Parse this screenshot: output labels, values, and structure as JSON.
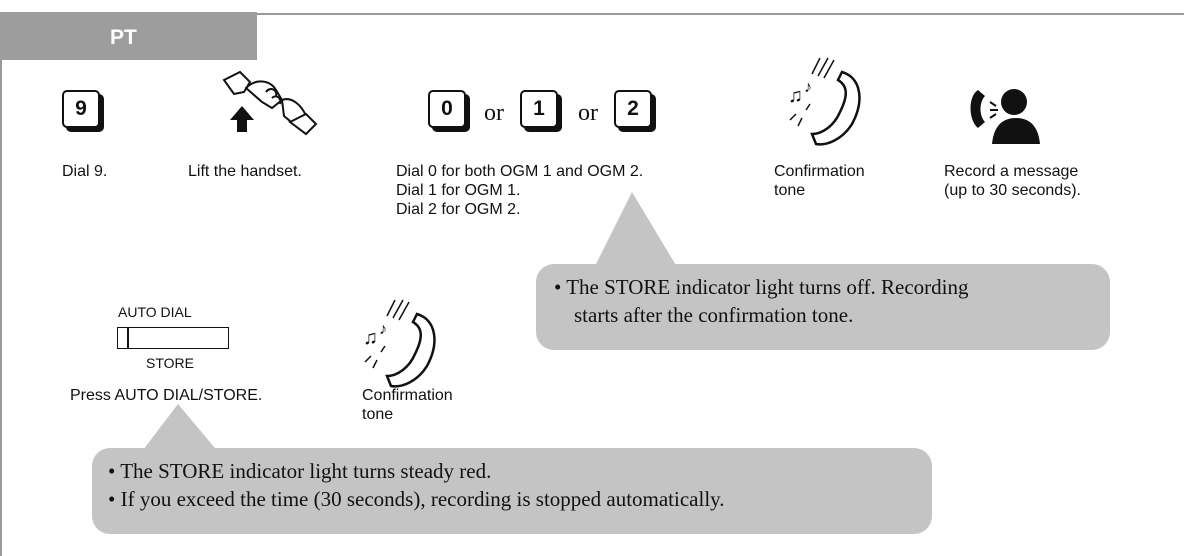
{
  "tab_label": "PT",
  "keys": {
    "nine": "9",
    "zero": "0",
    "one": "1",
    "two": "2"
  },
  "or_text": "or",
  "steps": {
    "dial9": "Dial 9.",
    "lift": "Lift the handset.",
    "dial_line1": "Dial 0 for both OGM 1 and OGM 2.",
    "dial_line2": "Dial 1 for OGM 1.",
    "dial_line3": "Dial 2 for OGM 2.",
    "confirm1_line1": "Confirmation",
    "confirm1_line2": "tone",
    "record_line1": "Record a message",
    "record_line2": "(up to 30 seconds).",
    "press": "Press AUTO DIAL/STORE.",
    "confirm2_line1": "Confirmation",
    "confirm2_line2": "tone"
  },
  "button": {
    "top_label": "AUTO DIAL",
    "bottom_label": "STORE"
  },
  "callout_upper": {
    "line1": "• The STORE indicator light turns off. Recording",
    "line2": "starts after the confirmation tone."
  },
  "callout_lower": {
    "line1": "• The STORE indicator light turns steady red.",
    "line2": "• If you exceed the time (30 seconds), recording is stopped automatically."
  },
  "icons": [
    "hand-lift-handset-icon",
    "confirmation-tone-handset-icon",
    "recording-person-icon"
  ]
}
